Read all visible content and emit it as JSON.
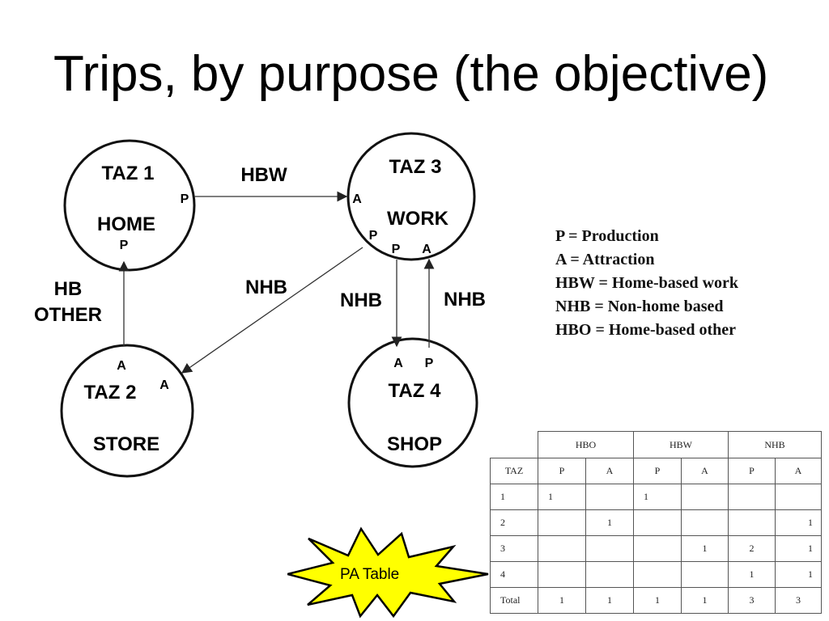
{
  "slide": {
    "title": "Trips, by purpose (the objective)"
  },
  "nodes": [
    {
      "id": "taz1",
      "name": "TAZ 1",
      "use": "HOME"
    },
    {
      "id": "taz3",
      "name": "TAZ 3",
      "use": "WORK"
    },
    {
      "id": "taz2",
      "name": "TAZ 2",
      "use": "STORE"
    },
    {
      "id": "taz4",
      "name": "TAZ 4",
      "use": "SHOP"
    }
  ],
  "end_marks": {
    "production": "P",
    "attraction": "A"
  },
  "edges": [
    {
      "from": "taz1",
      "to": "taz3",
      "label": "HBW"
    },
    {
      "from": "taz2",
      "to": "taz1",
      "label_line1": "HB",
      "label_line2": "OTHER"
    },
    {
      "from": "taz3",
      "to": "taz2",
      "label": "NHB"
    },
    {
      "from": "taz3",
      "to": "taz4",
      "label": "NHB"
    },
    {
      "from": "taz4",
      "to": "taz3",
      "label": "NHB"
    }
  ],
  "legend": [
    "P = Production",
    "A = Attraction",
    "HBW = Home-based work",
    "NHB = Non-home based",
    "HBO = Home-based other"
  ],
  "pa_table": {
    "groups": [
      "HBO",
      "HBW",
      "NHB"
    ],
    "taz_header": "TAZ",
    "sub_headers": [
      "P",
      "A",
      "P",
      "A",
      "P",
      "A"
    ],
    "rows": [
      {
        "taz": "1",
        "cells": [
          "1",
          "",
          "1",
          "",
          "",
          ""
        ]
      },
      {
        "taz": "2",
        "cells": [
          "",
          "1",
          "",
          "",
          "",
          "1"
        ]
      },
      {
        "taz": "3",
        "cells": [
          "",
          "",
          "",
          "1",
          "2",
          "1"
        ]
      },
      {
        "taz": "4",
        "cells": [
          "",
          "",
          "",
          "",
          "1",
          "1"
        ]
      },
      {
        "taz": "Total",
        "cells": [
          "1",
          "1",
          "1",
          "1",
          "3",
          "3"
        ]
      }
    ]
  },
  "callout": {
    "label": "PA Table",
    "fill": "#ffff00"
  }
}
